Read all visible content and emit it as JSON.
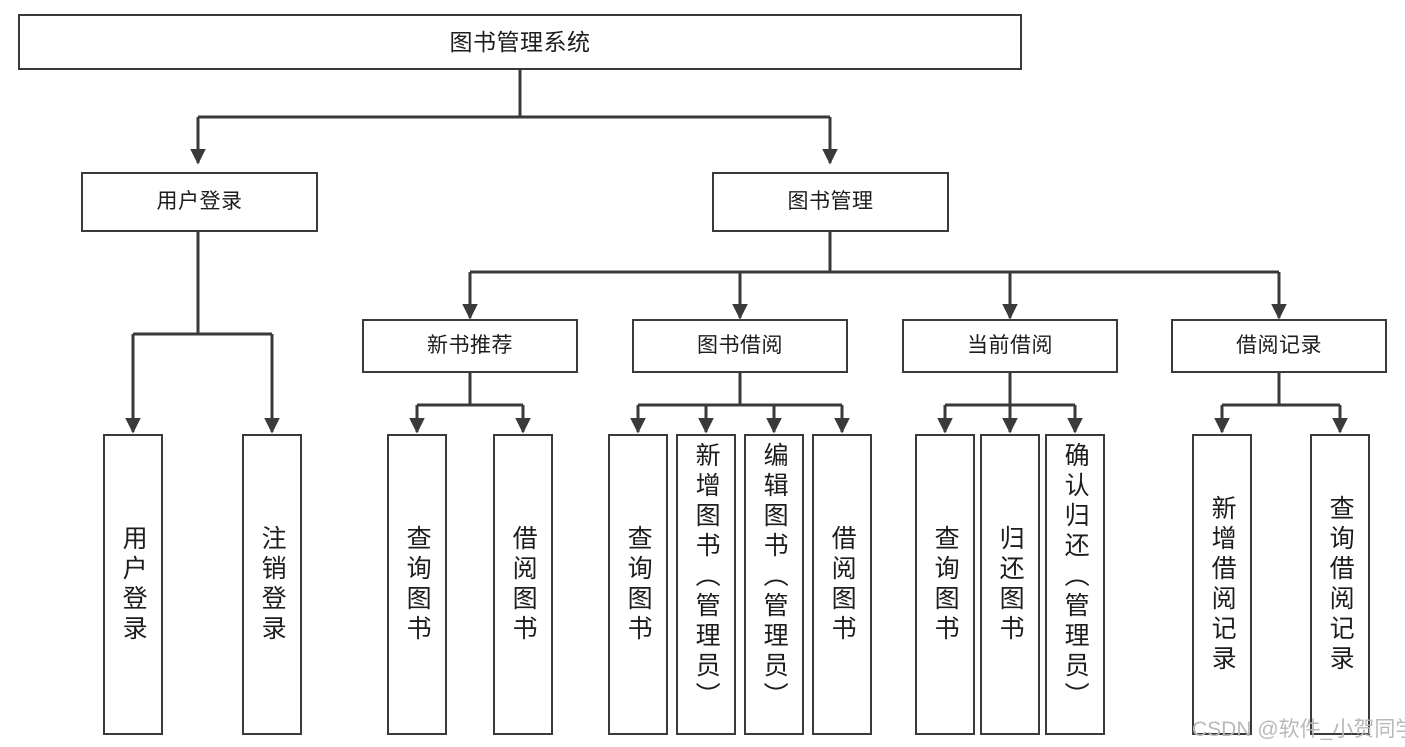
{
  "diagram": {
    "title": "图书管理系统",
    "type": "hierarchy-tree",
    "watermark": "CSDN @软件_小贺同学",
    "colors": {
      "stroke": "#3a3a3a",
      "text": "#1d1d1d",
      "background": "#ffffff",
      "watermark": "#b9b9b9"
    },
    "nodes": {
      "root": {
        "label": "图书管理系统"
      },
      "level1": [
        {
          "id": "user-login",
          "label": "用户登录"
        },
        {
          "id": "book-management",
          "label": "图书管理"
        }
      ],
      "level2": [
        {
          "id": "new-book-recommend",
          "label": "新书推荐"
        },
        {
          "id": "book-borrow",
          "label": "图书借阅"
        },
        {
          "id": "current-borrow",
          "label": "当前借阅"
        },
        {
          "id": "borrow-record",
          "label": "借阅记录"
        }
      ],
      "leaves": {
        "user-login": [
          {
            "id": "leaf-user-login",
            "label": "用户登录"
          },
          {
            "id": "leaf-user-logout",
            "label": "注销登录"
          }
        ],
        "new-book-recommend": [
          {
            "id": "leaf-query-book-1",
            "label": "查询图书"
          },
          {
            "id": "leaf-borrow-book-1",
            "label": "借阅图书"
          }
        ],
        "book-borrow": [
          {
            "id": "leaf-query-book-2",
            "label": "查询图书"
          },
          {
            "id": "leaf-add-book",
            "label": "新增图书（管理员）"
          },
          {
            "id": "leaf-edit-book",
            "label": "编辑图书（管理员）"
          },
          {
            "id": "leaf-borrow-book-2",
            "label": "借阅图书"
          }
        ],
        "current-borrow": [
          {
            "id": "leaf-query-book-3",
            "label": "查询图书"
          },
          {
            "id": "leaf-return-book",
            "label": "归还图书"
          },
          {
            "id": "leaf-confirm-return",
            "label": "确认归还（管理员）"
          }
        ],
        "borrow-record": [
          {
            "id": "leaf-add-record",
            "label": "新增借阅记录"
          },
          {
            "id": "leaf-query-record",
            "label": "查询借阅记录"
          }
        ]
      }
    }
  }
}
